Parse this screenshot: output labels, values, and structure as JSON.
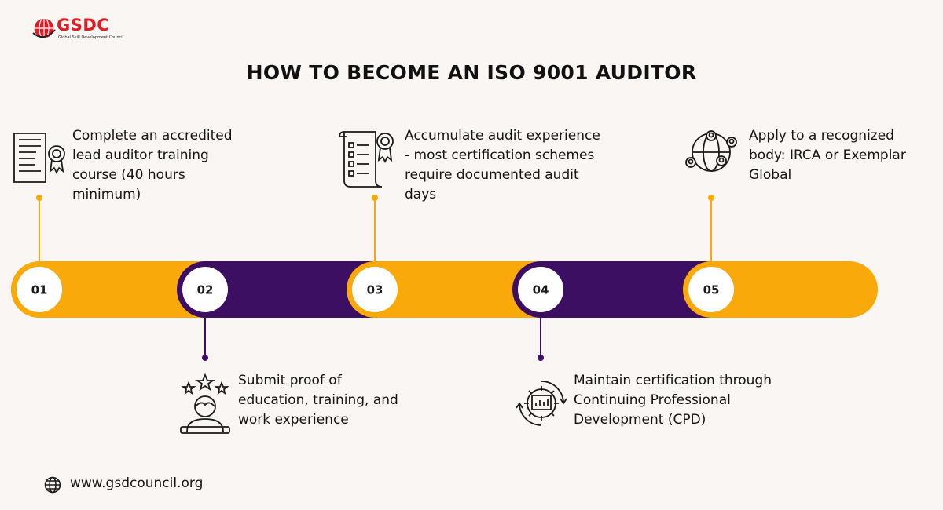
{
  "logo": {
    "name": "GSDC",
    "tagline": "Global Skill Development Council"
  },
  "title": "HOW TO BECOME AN ISO 9001 AUDITOR",
  "steps": [
    {
      "number": "01",
      "text": "Complete an accredited\nlead auditor training\ncourse (40 hours\nminimum)",
      "icon": "certificate-document-icon",
      "color": "#f9a90a"
    },
    {
      "number": "02",
      "text": "Submit proof of\neducation, training, and\nwork experience",
      "icon": "person-stars-icon",
      "color": "#3d0f63"
    },
    {
      "number": "03",
      "text": "Accumulate audit experience\n- most certification schemes\nrequire documented audit\ndays",
      "icon": "checklist-scroll-icon",
      "color": "#f9a90a"
    },
    {
      "number": "04",
      "text": "Maintain certification through\nContinuing Professional\nDevelopment (CPD)",
      "icon": "gear-chart-icon",
      "color": "#3d0f63"
    },
    {
      "number": "05",
      "text": "Apply to a recognized\nbody: IRCA or Exemplar\nGlobal",
      "icon": "globe-network-icon",
      "color": "#f9a90a"
    }
  ],
  "footer": {
    "website": "www.gsdcouncil.org",
    "icon": "globe-icon"
  },
  "colors": {
    "orange": "#f9a90a",
    "purple": "#3d0f63",
    "background": "#f9f6f4",
    "brand_red": "#e01b22"
  }
}
